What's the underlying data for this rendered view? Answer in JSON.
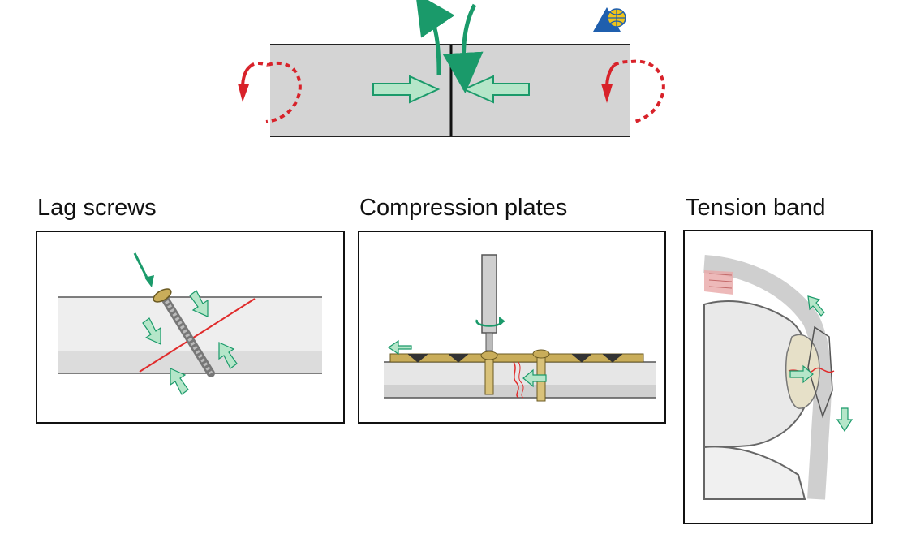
{
  "panels": {
    "lag": {
      "title": "Lag screws"
    },
    "plates": {
      "title": "Compression plates"
    },
    "tension": {
      "title": "Tension band"
    }
  },
  "logo": {
    "name": "globe-triangle-logo"
  },
  "colors": {
    "bone": "#d4d4d4",
    "green": "#1a9a6a",
    "green_light": "#b5e6c9",
    "red_dotted": "#d8222a",
    "fracture_line": "#e02b2b",
    "implant_gold": "#c9ad5a",
    "logo_blue": "#1f5fae",
    "logo_gold": "#f0c419"
  }
}
